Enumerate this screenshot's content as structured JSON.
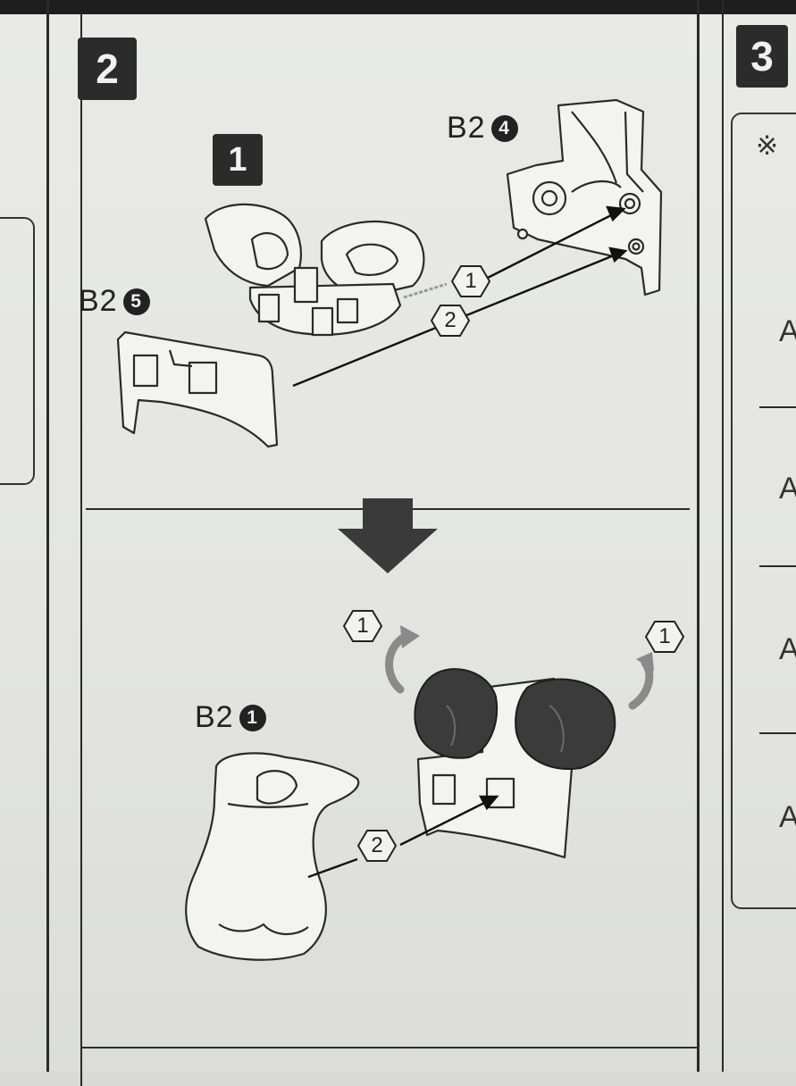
{
  "steps": {
    "step2": "2",
    "step3": "3",
    "step1_inner": "1"
  },
  "parts": {
    "b2_4": {
      "prefix": "B2",
      "num": "4"
    },
    "b2_5": {
      "prefix": "B2",
      "num": "5"
    },
    "b2_1": {
      "prefix": "B2",
      "num": "1"
    }
  },
  "callouts": {
    "top_1": "1",
    "top_2": "2",
    "bottom_left_1": "1",
    "bottom_right_1": "1",
    "bottom_2": "2"
  },
  "right_column": {
    "note_mark": "※",
    "letters": [
      "A",
      "A",
      "A",
      "A"
    ]
  },
  "colors": {
    "ink": "#222222",
    "paper": "#e6e7e5",
    "shade": "#3a3a3a",
    "arrow_grey": "#8a8a8a"
  }
}
